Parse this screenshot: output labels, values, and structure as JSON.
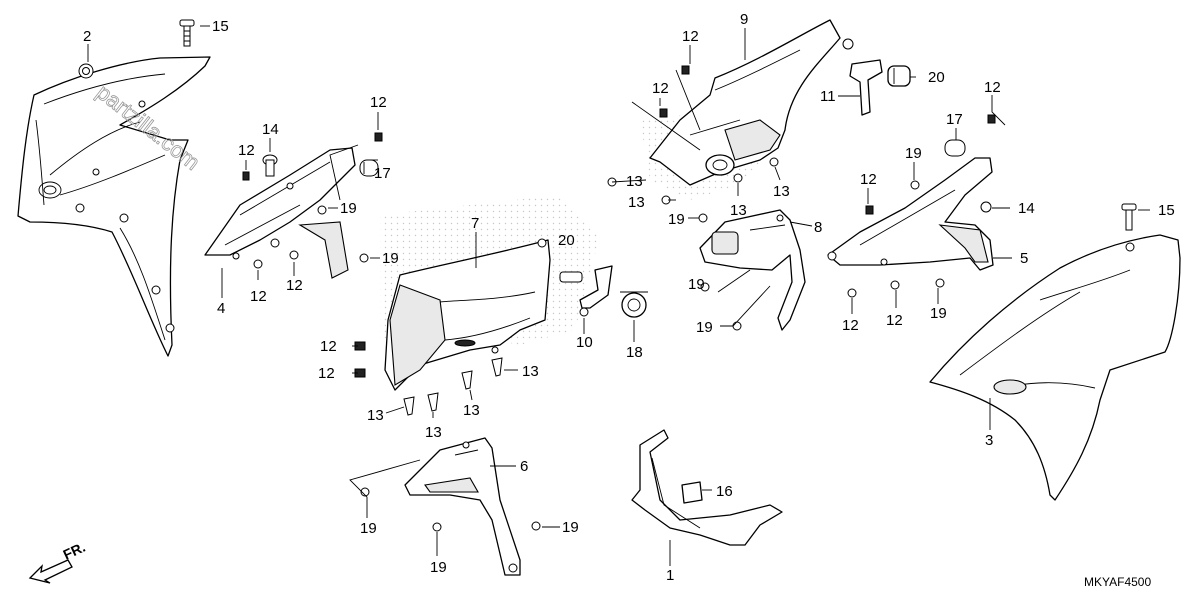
{
  "watermark": "partzilla.com",
  "diagram_code": "MKYAF4500",
  "direction": "FR.",
  "callouts": [
    {
      "id": "c2",
      "text": "2"
    },
    {
      "id": "c15a",
      "text": "15"
    },
    {
      "id": "c14a",
      "text": "14"
    },
    {
      "id": "c12a",
      "text": "12"
    },
    {
      "id": "c12b",
      "text": "12"
    },
    {
      "id": "c17a",
      "text": "17"
    },
    {
      "id": "c19a",
      "text": "19"
    },
    {
      "id": "c19b",
      "text": "19"
    },
    {
      "id": "c4",
      "text": "4"
    },
    {
      "id": "c12c",
      "text": "12"
    },
    {
      "id": "c12d",
      "text": "12"
    },
    {
      "id": "c7",
      "text": "7"
    },
    {
      "id": "c20a",
      "text": "20"
    },
    {
      "id": "c12e",
      "text": "12"
    },
    {
      "id": "c12f",
      "text": "12"
    },
    {
      "id": "c13a",
      "text": "13"
    },
    {
      "id": "c13b",
      "text": "13"
    },
    {
      "id": "c13c",
      "text": "13"
    },
    {
      "id": "c13d",
      "text": "13"
    },
    {
      "id": "c10",
      "text": "10"
    },
    {
      "id": "c18",
      "text": "18"
    },
    {
      "id": "c6",
      "text": "6"
    },
    {
      "id": "c19c",
      "text": "19"
    },
    {
      "id": "c19d",
      "text": "19"
    },
    {
      "id": "c19e",
      "text": "19"
    },
    {
      "id": "c1",
      "text": "1"
    },
    {
      "id": "c16",
      "text": "16"
    },
    {
      "id": "c9",
      "text": "9"
    },
    {
      "id": "c12g",
      "text": "12"
    },
    {
      "id": "c12h",
      "text": "12"
    },
    {
      "id": "c13e",
      "text": "13"
    },
    {
      "id": "c13f",
      "text": "13"
    },
    {
      "id": "c13g",
      "text": "13"
    },
    {
      "id": "c13h",
      "text": "13"
    },
    {
      "id": "c19f",
      "text": "19"
    },
    {
      "id": "c8",
      "text": "8"
    },
    {
      "id": "c19g",
      "text": "19"
    },
    {
      "id": "c19h",
      "text": "19"
    },
    {
      "id": "c11",
      "text": "11"
    },
    {
      "id": "c20b",
      "text": "20"
    },
    {
      "id": "c12i",
      "text": "12"
    },
    {
      "id": "c17b",
      "text": "17"
    },
    {
      "id": "c19i",
      "text": "19"
    },
    {
      "id": "c12j",
      "text": "12"
    },
    {
      "id": "c14b",
      "text": "14"
    },
    {
      "id": "c5",
      "text": "5"
    },
    {
      "id": "c12k",
      "text": "12"
    },
    {
      "id": "c12l",
      "text": "12"
    },
    {
      "id": "c19j",
      "text": "19"
    },
    {
      "id": "c15b",
      "text": "15"
    },
    {
      "id": "c3",
      "text": "3"
    }
  ]
}
